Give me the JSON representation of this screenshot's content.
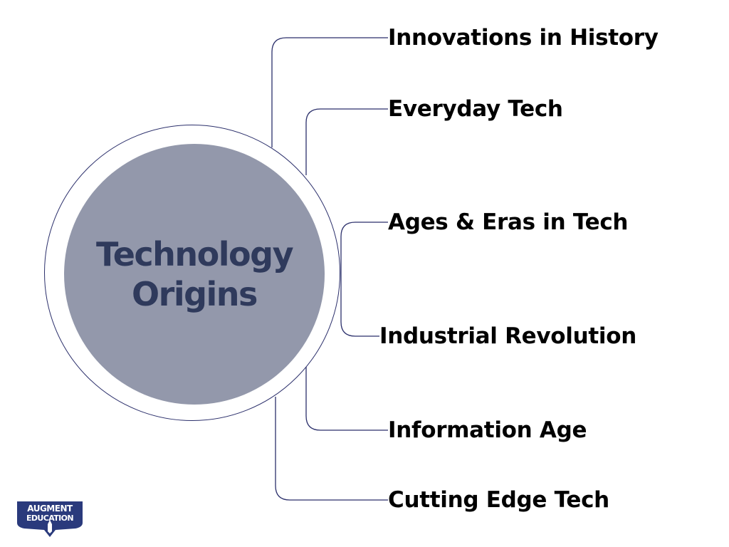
{
  "center": {
    "title_line1": "Technology",
    "title_line2": "Origins"
  },
  "branches": [
    {
      "label": "Innovations in History"
    },
    {
      "label": "Everyday Tech"
    },
    {
      "label": "Ages & Eras in Tech"
    },
    {
      "label": "Industrial Revolution"
    },
    {
      "label": "Information Age"
    },
    {
      "label": "Cutting Edge Tech"
    }
  ],
  "logo": {
    "line1": "AUGMENT",
    "line2": "EDUCATION"
  },
  "colors": {
    "disc_fill": "#9398ab",
    "title_text": "#2f3a5c",
    "connector": "#2b2f6b",
    "label_text": "#000000",
    "logo_navy": "#2a3a7c"
  }
}
